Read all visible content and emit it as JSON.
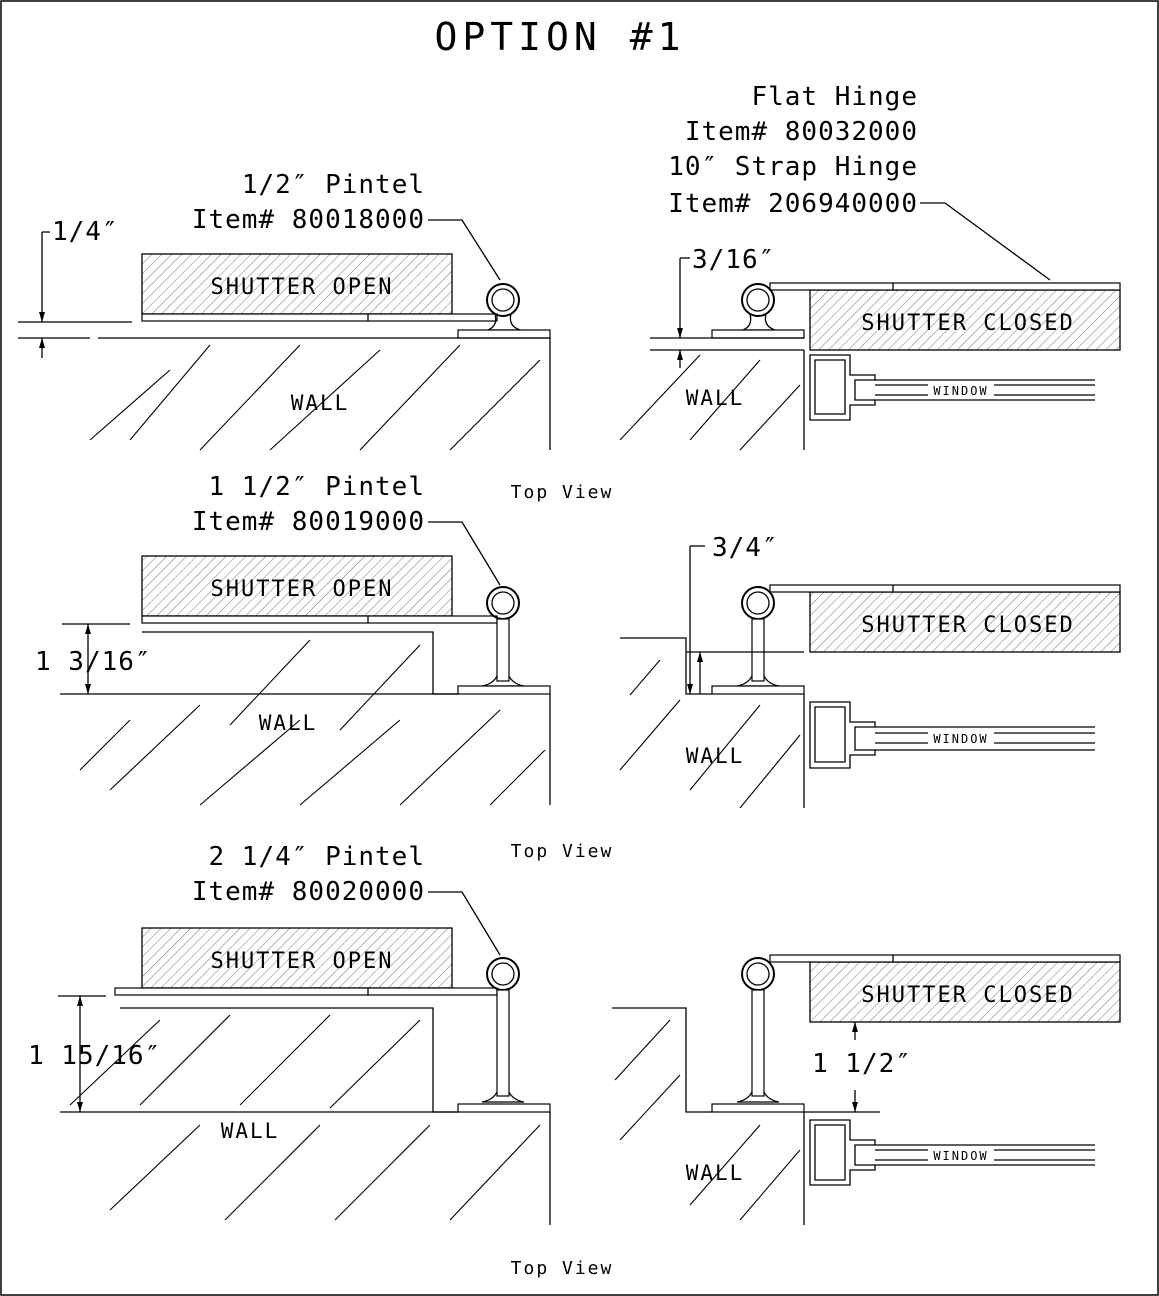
{
  "title": "OPTION #1",
  "labels": {
    "top_view": "Top View",
    "wall": "WALL",
    "window": "WINDOW",
    "shutter_open": "SHUTTER OPEN",
    "shutter_closed": "SHUTTER CLOSED"
  },
  "flat_hinge": {
    "line1": "Flat Hinge",
    "line2": "Item# 80032000",
    "line3": "10″ Strap Hinge",
    "line4": "Item# 206940000"
  },
  "details": [
    {
      "pintel_name": "1/2″ Pintel",
      "pintel_item": "Item# 80018000",
      "left_dimension": "1/4″",
      "right_dimension": "3/16″"
    },
    {
      "pintel_name": "1 1/2″ Pintel",
      "pintel_item": "Item# 80019000",
      "left_dimension": "1 3/16″",
      "right_dimension": "3/4″"
    },
    {
      "pintel_name": "2 1/4″ Pintel",
      "pintel_item": "Item# 80020000",
      "left_dimension": "1 15/16″",
      "right_dimension": "1 1/2″"
    }
  ]
}
